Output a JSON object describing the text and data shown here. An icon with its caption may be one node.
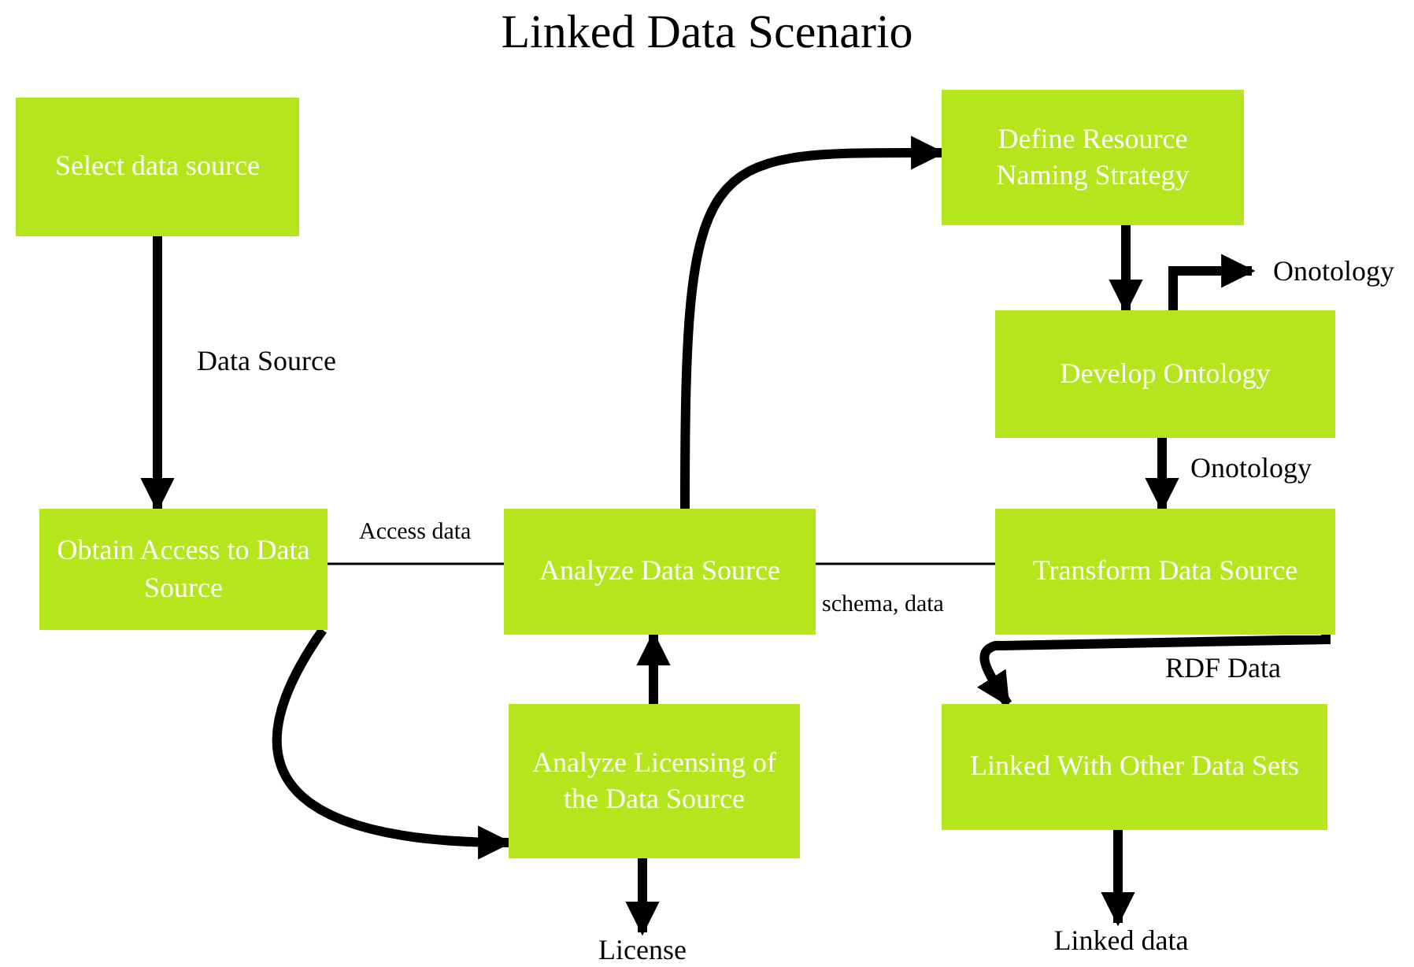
{
  "diagram": {
    "title": "Linked Data Scenario",
    "nodes": [
      {
        "text": [
          "Select data source"
        ]
      },
      {
        "text": [
          "Obtain Access to Data Source"
        ]
      },
      {
        "text": [
          "Analyze Data Source"
        ]
      },
      {
        "text": [
          "Define Resource Naming Strategy"
        ]
      },
      {
        "text": [
          "Develop Ontology"
        ]
      },
      {
        "text": [
          "Transform Data Source"
        ]
      },
      {
        "text": [
          "Analyze Licensing of the Data Source"
        ]
      },
      {
        "text": [
          "Linked With Other Data Sets"
        ]
      },
      {
        "text": [
          "Onotology"
        ]
      },
      {
        "text": [
          "License"
        ]
      },
      {
        "text": [
          "Linked data"
        ]
      }
    ],
    "edges": [
      {
        "from": 0,
        "to": 1,
        "arrow": "to",
        "label": "Data Source"
      },
      {
        "from": 1,
        "to": 2,
        "arrow": "none",
        "label": "Access data"
      },
      {
        "from": 1,
        "to": 6,
        "arrow": "to"
      },
      {
        "from": 6,
        "to": 2,
        "arrow": "to"
      },
      {
        "from": 2,
        "to": 3,
        "arrow": "to"
      },
      {
        "from": 3,
        "to": 4,
        "arrow": "to"
      },
      {
        "from": 4,
        "to": 8,
        "arrow": "to"
      },
      {
        "from": 4,
        "to": 5,
        "arrow": "to",
        "label": "Onotology"
      },
      {
        "from": 2,
        "to": 5,
        "arrow": "none",
        "label": "schema, data"
      },
      {
        "from": 5,
        "to": 7,
        "arrow": "to",
        "label": "RDF Data"
      },
      {
        "from": 6,
        "to": 9,
        "arrow": "to"
      },
      {
        "from": 7,
        "to": 10,
        "arrow": "to"
      }
    ]
  }
}
